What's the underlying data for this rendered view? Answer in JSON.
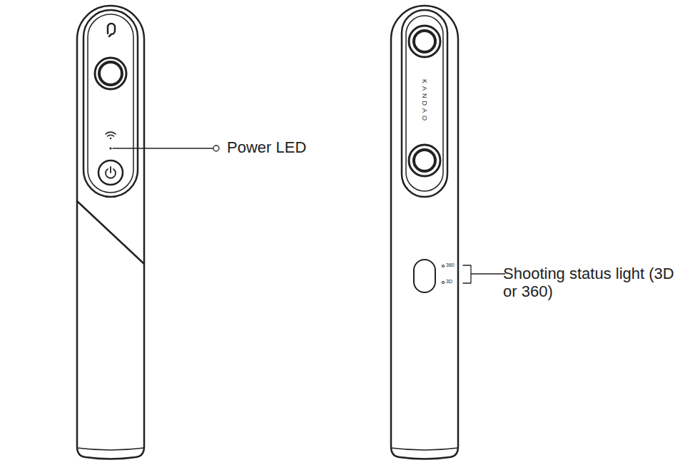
{
  "diagram": {
    "labels": [
      "Power LED",
      "Shooting status light (3D or 360)",
      "KANDAO",
      "360",
      "3D"
    ]
  }
}
